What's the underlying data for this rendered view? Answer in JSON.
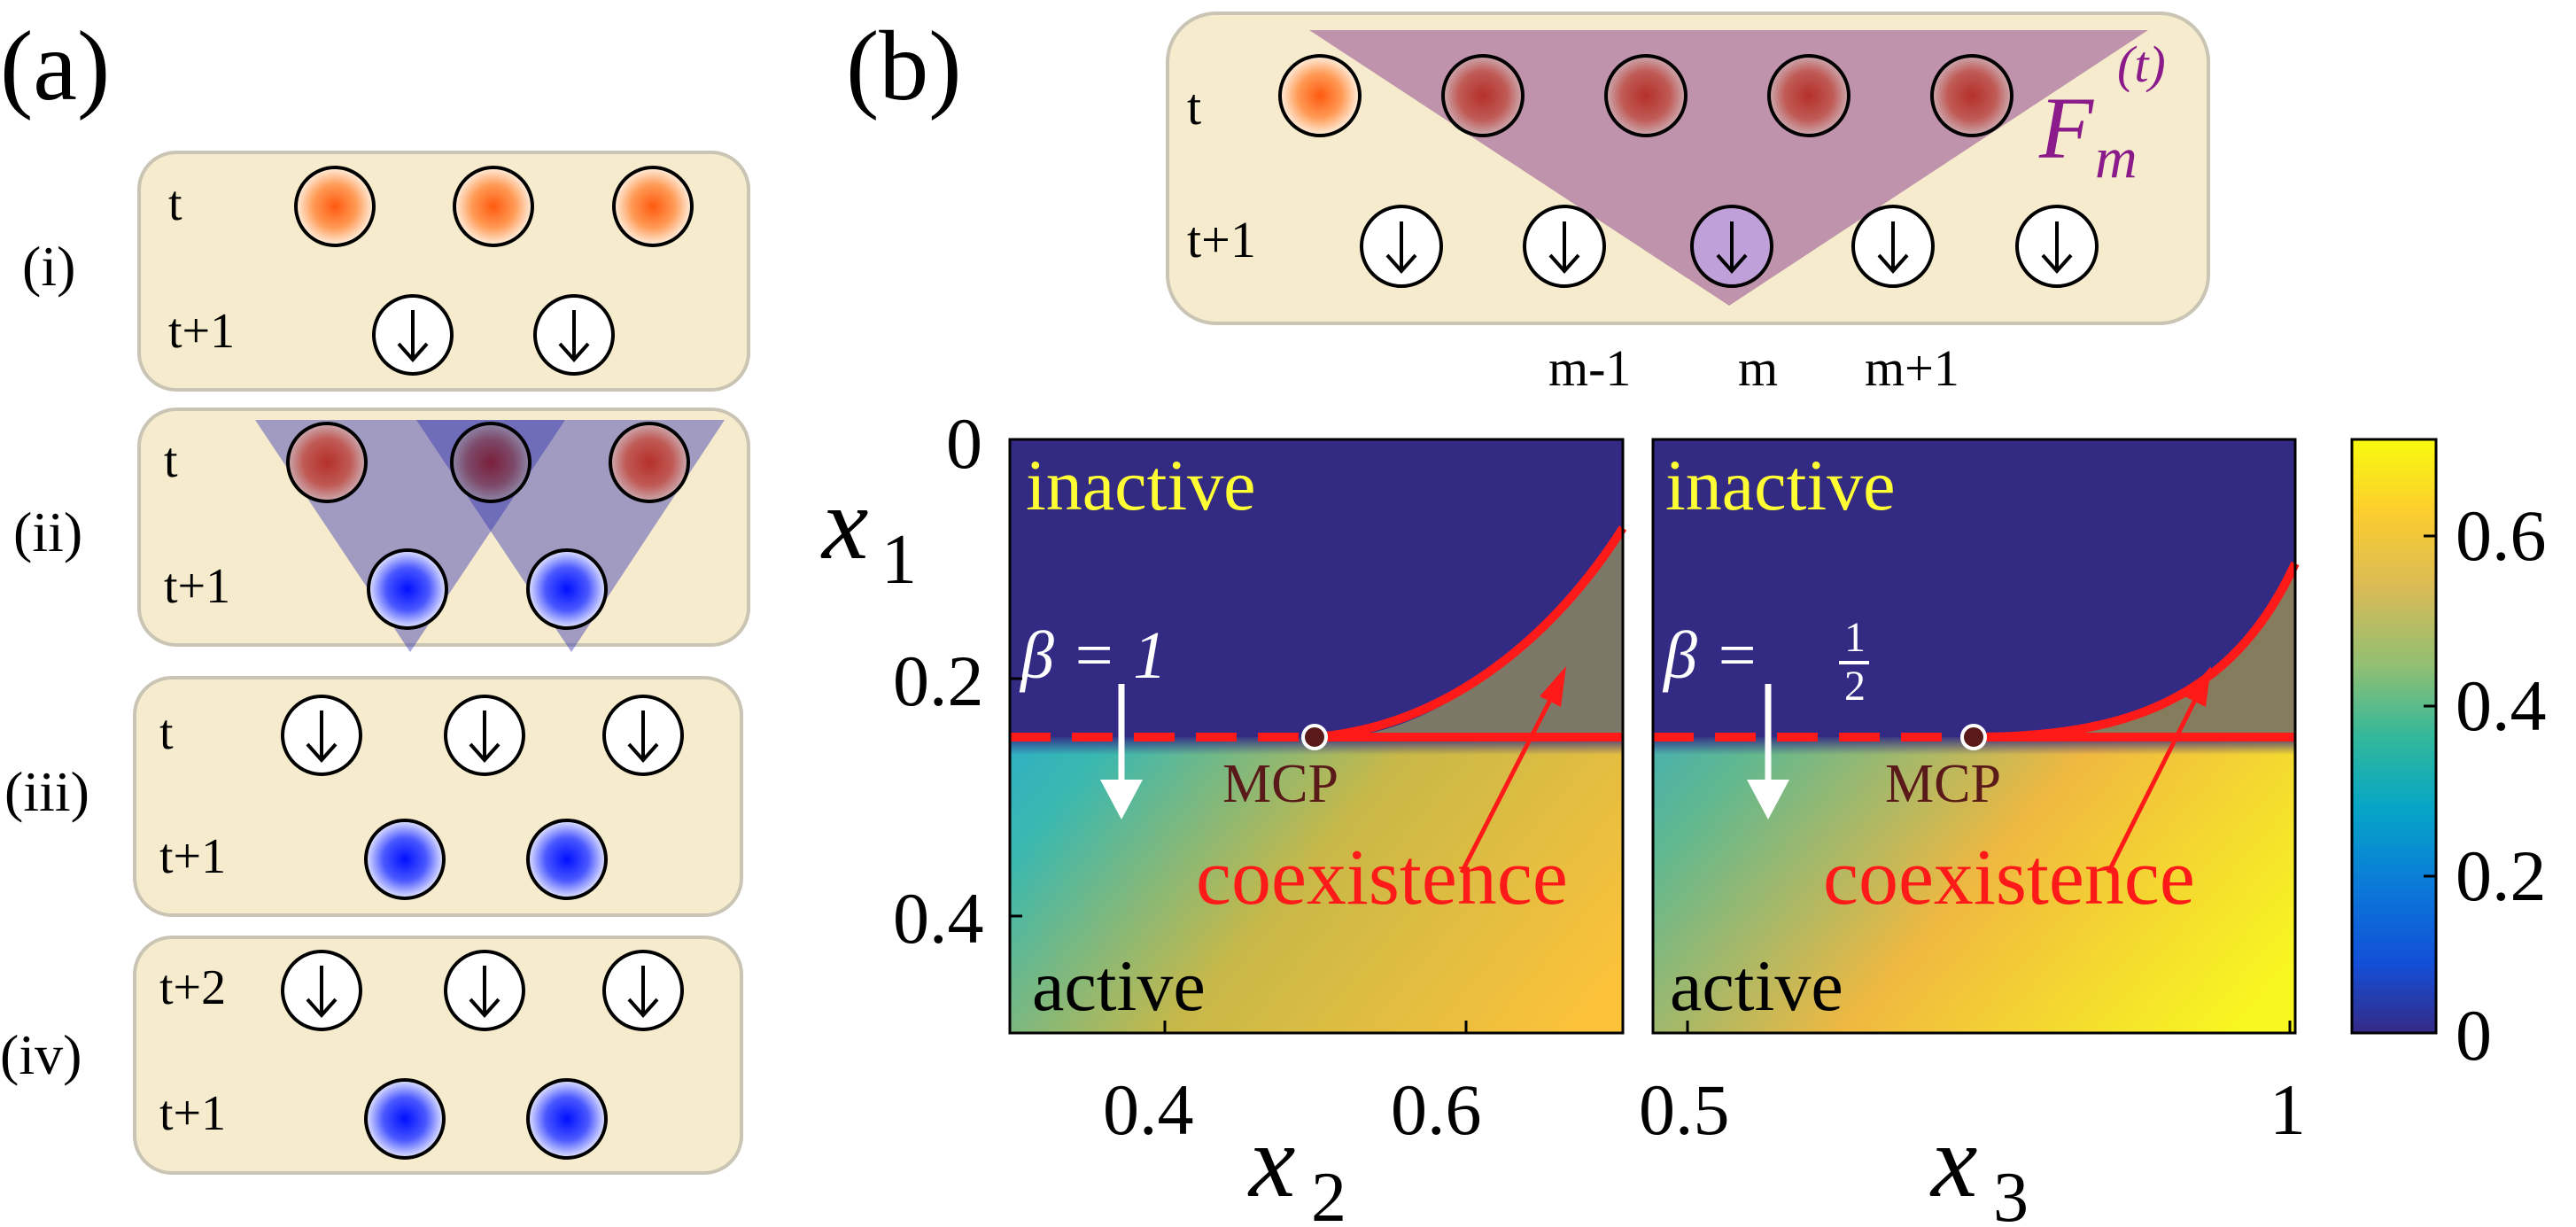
{
  "panel_a": {
    "label": "(a)",
    "rows": [
      {
        "label": "(i)",
        "top_time": "t",
        "bottom_time": "t+1"
      },
      {
        "label": "(ii)",
        "top_time": "t",
        "bottom_time": "t+1"
      },
      {
        "label": "(iii)",
        "top_time": "t",
        "bottom_time": "t+1"
      },
      {
        "label": "(iv)",
        "top_time": "t+2",
        "bottom_time": "t+1"
      }
    ]
  },
  "panel_b": {
    "label": "(b)",
    "top_time": "t",
    "bottom_time": "t+1",
    "func_main": "F",
    "func_sub": "m",
    "func_sup": "(t)",
    "site_labels": [
      "m-1",
      "m",
      "m+1"
    ]
  },
  "heatmaps": {
    "y_axis_label_main": "x",
    "y_axis_label_sub": "1",
    "y_ticks": [
      "0",
      "0.2",
      "0.4"
    ],
    "left": {
      "x_label_main": "x",
      "x_label_sub": "2",
      "x_ticks": [
        "0.4",
        "0.6"
      ],
      "inactive": "inactive",
      "active": "active",
      "coexistence": "coexistence",
      "mcp": "MCP",
      "beta_text": "β = 1"
    },
    "right": {
      "x_label_main": "x",
      "x_label_sub": "3",
      "x_ticks": [
        "0.5",
        "1"
      ],
      "inactive": "inactive",
      "active": "active",
      "coexistence": "coexistence",
      "mcp": "MCP",
      "beta_prefix": "β =",
      "beta_num": "1",
      "beta_den": "2"
    },
    "colorbar_ticks": [
      "0.6",
      "0.4",
      "0.2",
      "0"
    ]
  },
  "colors": {
    "box_fill": "#f6eccd",
    "box_stroke": "#c9c4b4",
    "inactive_fill": "#332a84",
    "red": "#ff1a1a",
    "purple_text": "#8b1a8b",
    "yellow_text": "#ffff33"
  }
}
